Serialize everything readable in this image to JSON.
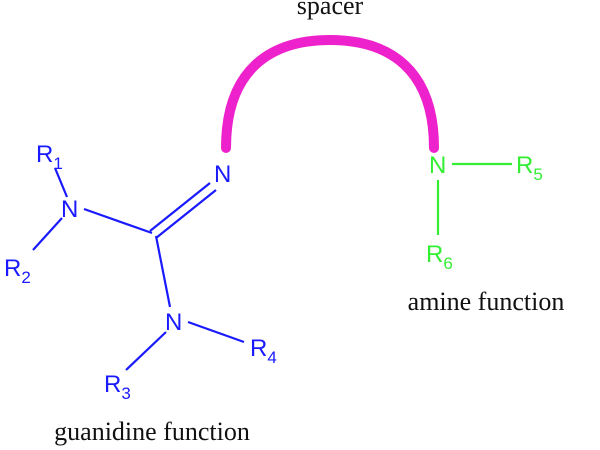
{
  "colors": {
    "guanidine": "#1a1aff",
    "amine": "#33ee33",
    "spacer": "#ee22cc",
    "caption": "#111111"
  },
  "labels": {
    "spacer": "spacer",
    "guanidine_function": "guanidine function",
    "amine_function": "amine function"
  },
  "atoms": {
    "imine_n": "N",
    "amino_n_left": "N",
    "amino_n_lower": "N",
    "amine_n": "N"
  },
  "substituents": {
    "r1": {
      "letter": "R",
      "sub": "1"
    },
    "r2": {
      "letter": "R",
      "sub": "2"
    },
    "r3": {
      "letter": "R",
      "sub": "3"
    },
    "r4": {
      "letter": "R",
      "sub": "4"
    },
    "r5": {
      "letter": "R",
      "sub": "5"
    },
    "r6": {
      "letter": "R",
      "sub": "6"
    }
  }
}
